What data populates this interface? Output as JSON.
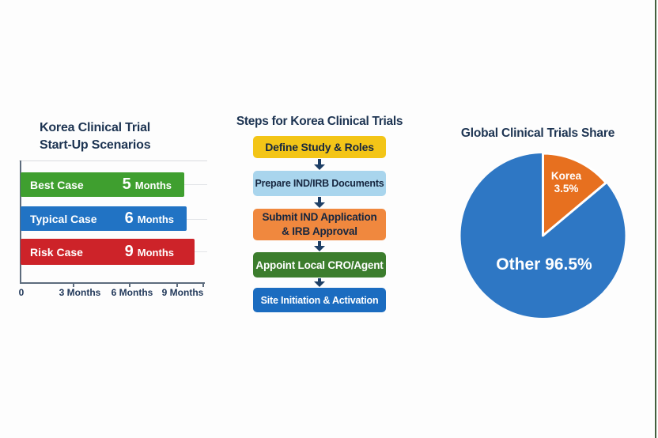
{
  "meta": {
    "background": "#fdfdfd",
    "text_navy": "#1d3452",
    "arrow_color": "#1e3f66",
    "edge_line_color": "#44603e"
  },
  "bar_chart": {
    "title_line1": "Korea Clinical Trial",
    "title_line2": "Start-Up Scenarios",
    "bars": [
      {
        "label": "Best Case",
        "value": "5",
        "unit": "Months",
        "color": "#3f9f2f"
      },
      {
        "label": "Typical Case",
        "value": "6",
        "unit": "Months",
        "color": "#2173c4"
      },
      {
        "label": "Risk Case",
        "value": "9",
        "unit": "Months",
        "color": "#cd2329"
      }
    ],
    "x_tick_labels": [
      "0",
      "3 Months",
      "6 Months",
      "9 Months"
    ]
  },
  "flowchart": {
    "title": "Steps for Korea Clinical Trials",
    "steps": [
      {
        "label": "Define Study & Roles",
        "color": "#f3c517",
        "text_color": "#16263f"
      },
      {
        "label": "Prepare IND/IRB Documents",
        "color": "#a9d5ed",
        "text_color": "#16263f"
      },
      {
        "label": "Submit IND Application & IRB Approval",
        "line1": "Submit IND Application",
        "line2": "& IRB Approval",
        "color": "#f0883e",
        "text_color": "#16263f"
      },
      {
        "label": "Appoint Local CRO/Agent",
        "color": "#3c7d2d",
        "text_color": "#ffffff"
      },
      {
        "label": "Site Initiation & Activation",
        "color": "#1b6cc0",
        "text_color": "#ffffff"
      }
    ]
  },
  "pie_chart": {
    "title": "Global Clinical Trials Share",
    "korea_label": "Korea",
    "korea_pct": "3.5%",
    "other_label": "Other 96.5%",
    "colors": {
      "korea": "#e7701f",
      "other": "#2e77c4"
    }
  },
  "chart_data": [
    {
      "type": "bar",
      "orientation": "horizontal",
      "title": "Korea Clinical Trial Start-Up Scenarios",
      "categories": [
        "Best Case",
        "Typical Case",
        "Risk Case"
      ],
      "values": [
        5,
        6,
        9
      ],
      "unit": "Months",
      "value_labels": [
        "5 Months",
        "6 Months",
        "9 Months"
      ],
      "bar_colors": [
        "#3f9f2f",
        "#2173c4",
        "#cd2329"
      ],
      "x_ticks": [
        "0",
        "3 Months",
        "6 Months",
        "9 Months"
      ],
      "xlim": [
        0,
        10
      ],
      "grid": true,
      "layout_note": "bar lengths drawn nearly equal (not to scale) in source image"
    },
    {
      "type": "pie",
      "title": "Global Clinical Trials Share",
      "labels": [
        "Korea",
        "Other"
      ],
      "values": [
        3.5,
        96.5
      ],
      "colors": [
        "#e7701f",
        "#2e77c4"
      ],
      "slice_labels": [
        "Korea 3.5%",
        "Other 96.5%"
      ],
      "layout_note": "Korea wedge drawn ~50 degrees starting at 12 o'clock, exaggerated vs 3.5%"
    },
    {
      "type": "table",
      "title": "Steps for Korea Clinical Trials",
      "labels": [
        "Define Study & Roles",
        "Prepare IND/IRB Documents",
        "Submit IND Application & IRB Approval",
        "Appoint Local CRO/Agent",
        "Site Initiation & Activation"
      ]
    }
  ]
}
